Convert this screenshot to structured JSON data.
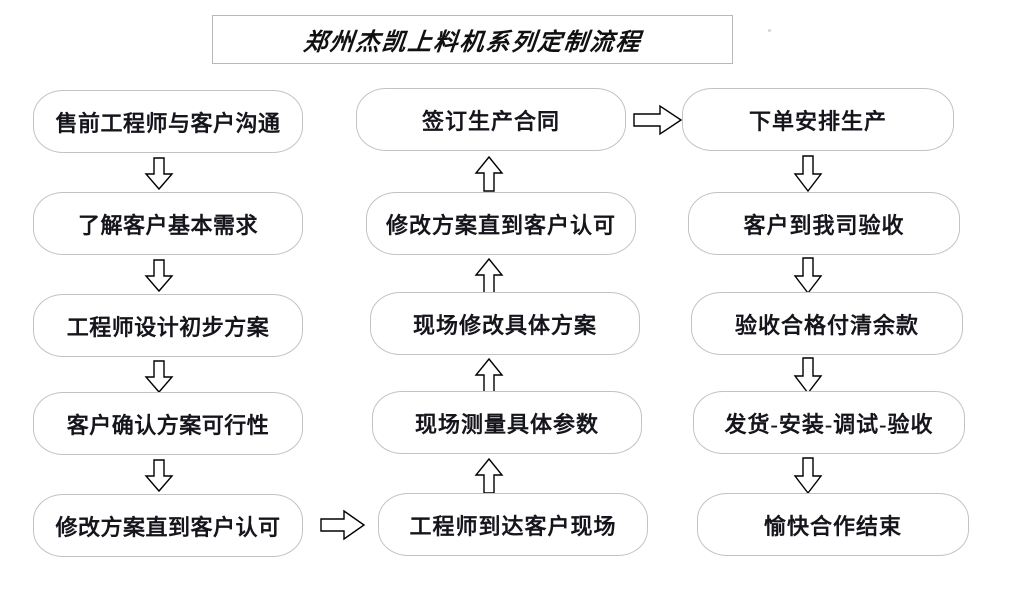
{
  "page": {
    "title": "郑州杰凯上料机系列定制流程",
    "background_color": "#ffffff",
    "box_border_color": "#c3c3c3",
    "text_color": "#15151c",
    "arrow_stroke_color": "#000000"
  },
  "columns": [
    {
      "name": "column-1-presales",
      "nodes": [
        {
          "id": "c1n1",
          "label": "售前工程师与客户沟通"
        },
        {
          "id": "c1n2",
          "label": "了解客户基本需求"
        },
        {
          "id": "c1n3",
          "label": "工程师设计初步方案"
        },
        {
          "id": "c1n4",
          "label": "客户确认方案可行性"
        },
        {
          "id": "c1n5",
          "label": "修改方案直到客户认可"
        }
      ]
    },
    {
      "name": "column-2-onsite",
      "nodes": [
        {
          "id": "c2n1",
          "label": "签订生产合同"
        },
        {
          "id": "c2n2",
          "label": "修改方案直到客户认可"
        },
        {
          "id": "c2n3",
          "label": "现场修改具体方案"
        },
        {
          "id": "c2n4",
          "label": "现场测量具体参数"
        },
        {
          "id": "c2n5",
          "label": "工程师到达客户现场"
        }
      ]
    },
    {
      "name": "column-3-production",
      "nodes": [
        {
          "id": "c3n1",
          "label": "下单安排生产"
        },
        {
          "id": "c3n2",
          "label": "客户到我司验收"
        },
        {
          "id": "c3n3",
          "label": "验收合格付清余款"
        },
        {
          "id": "c3n4",
          "label": "发货-安装-调试-验收"
        },
        {
          "id": "c3n5",
          "label": "愉快合作结束"
        }
      ]
    }
  ],
  "connectors": [
    {
      "id": "a1",
      "from": "c1n1",
      "to": "c1n2",
      "direction": "down"
    },
    {
      "id": "a2",
      "from": "c1n2",
      "to": "c1n3",
      "direction": "down"
    },
    {
      "id": "a3",
      "from": "c1n3",
      "to": "c1n4",
      "direction": "down"
    },
    {
      "id": "a4",
      "from": "c1n4",
      "to": "c1n5",
      "direction": "down"
    },
    {
      "id": "a5",
      "from": "c1n5",
      "to": "c2n5",
      "direction": "right"
    },
    {
      "id": "a6",
      "from": "c2n5",
      "to": "c2n4",
      "direction": "up"
    },
    {
      "id": "a7",
      "from": "c2n4",
      "to": "c2n3",
      "direction": "up"
    },
    {
      "id": "a8",
      "from": "c2n3",
      "to": "c2n2",
      "direction": "up"
    },
    {
      "id": "a9",
      "from": "c2n2",
      "to": "c2n1",
      "direction": "up"
    },
    {
      "id": "a10",
      "from": "c2n1",
      "to": "c3n1",
      "direction": "right"
    },
    {
      "id": "a11",
      "from": "c3n1",
      "to": "c3n2",
      "direction": "down"
    },
    {
      "id": "a12",
      "from": "c3n2",
      "to": "c3n3",
      "direction": "down"
    },
    {
      "id": "a13",
      "from": "c3n3",
      "to": "c3n4",
      "direction": "down"
    },
    {
      "id": "a14",
      "from": "c3n4",
      "to": "c3n5",
      "direction": "down"
    }
  ]
}
